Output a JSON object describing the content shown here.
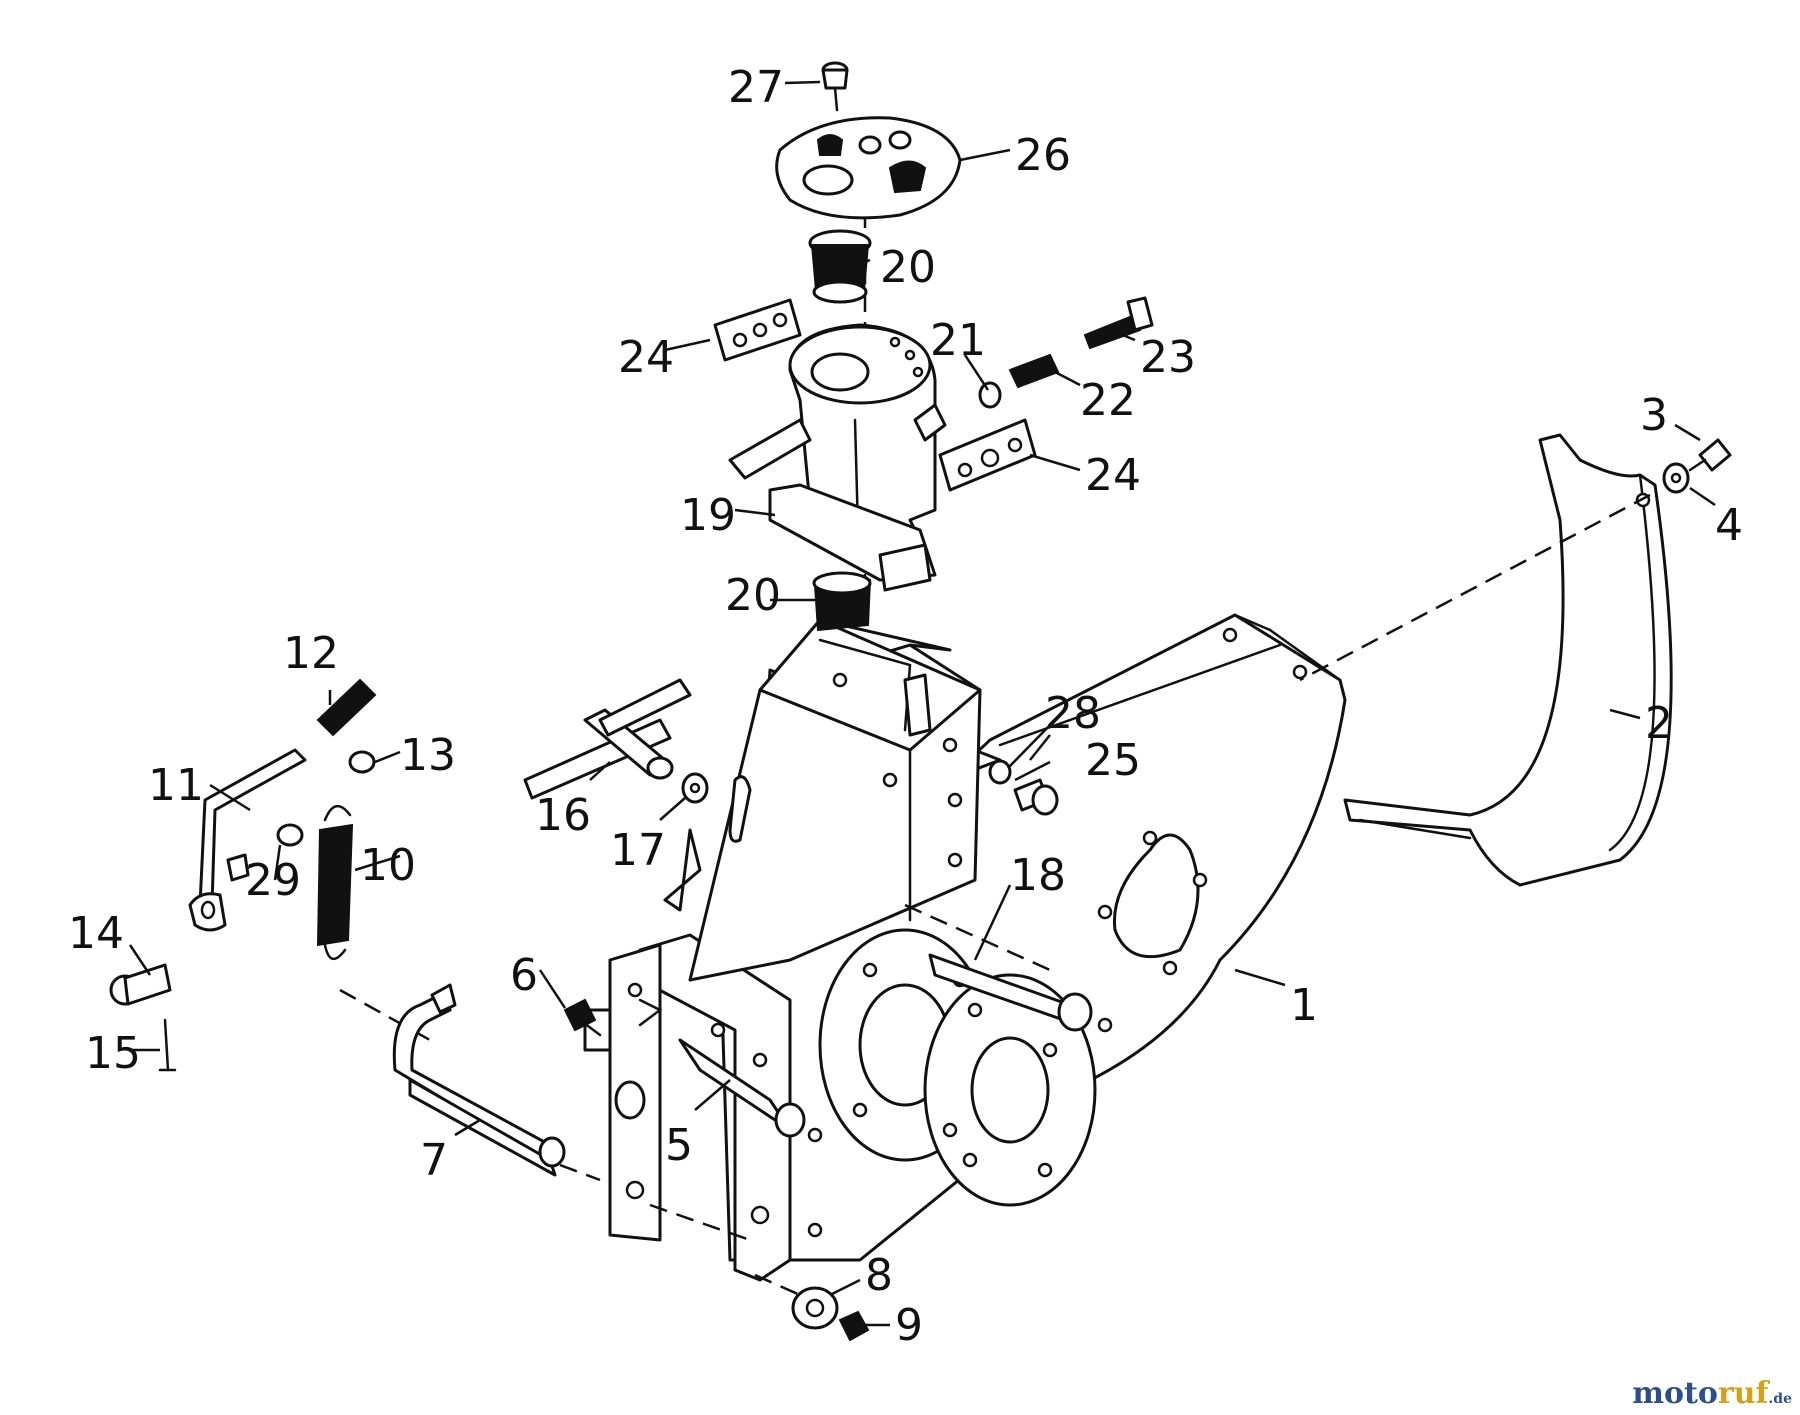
{
  "labels": {
    "l1": "1",
    "l2": "2",
    "l3": "3",
    "l4": "4",
    "l5": "5",
    "l6": "6",
    "l7": "7",
    "l8": "8",
    "l9": "9",
    "l10": "10",
    "l11": "11",
    "l12": "12",
    "l13": "13",
    "l14": "14",
    "l15": "15",
    "l16": "16",
    "l17": "17",
    "l18": "18",
    "l19": "19",
    "l20a": "20",
    "l20b": "20",
    "l21": "21",
    "l22": "22",
    "l23": "23",
    "l24a": "24",
    "l24b": "24",
    "l25": "25",
    "l26": "26",
    "l27": "27",
    "l28": "28",
    "l29": "29"
  },
  "watermark": {
    "brand_a": "moto",
    "brand_b": "ruf",
    "tld": ".de"
  }
}
